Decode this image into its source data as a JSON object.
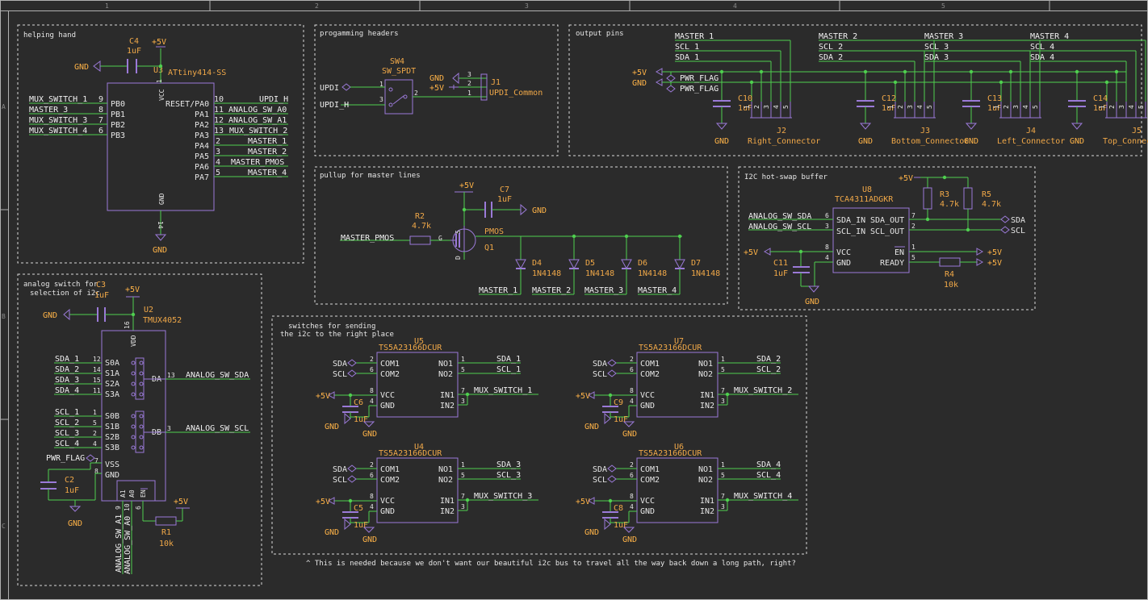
{
  "frame": {
    "cols": [
      "1",
      "2",
      "3",
      "4",
      "5"
    ],
    "rows": [
      "A",
      "B",
      "C"
    ]
  },
  "sheets": {
    "helping": "helping hand",
    "prog": "progamming headers",
    "output": "output pins",
    "pullup": "pullup for master lines",
    "i2c": "I2C hot-swap buffer",
    "analog1": "analog switch for",
    "analog2": "selection of i2c",
    "switches1": "switches for sending",
    "switches2": "the i2c to the right place"
  },
  "note": "^ This is needed because we don't want our beautiful i2c bus to travel all the way back down a long path, right?",
  "u3": {
    "ref": "U3",
    "value": "ATtiny414-SS",
    "left": [
      {
        "pin": "9",
        "name": "PB0",
        "net": "MUX_SWITCH_1"
      },
      {
        "pin": "8",
        "name": "PB1",
        "net": "MASTER_3"
      },
      {
        "pin": "7",
        "name": "PB2",
        "net": "MUX_SWITCH_3"
      },
      {
        "pin": "6",
        "name": "PB3",
        "net": "MUX_SWITCH_4"
      }
    ],
    "right": [
      {
        "pin": "10",
        "name": "RESET/PA0",
        "net": "UPDI_H"
      },
      {
        "pin": "11",
        "name": "PA1",
        "net": "ANALOG_SW_A0"
      },
      {
        "pin": "12",
        "name": "PA2",
        "net": "ANALOG_SW_A1"
      },
      {
        "pin": "13",
        "name": "PA3",
        "net": "MUX_SWITCH_2"
      },
      {
        "pin": "2",
        "name": "PA4",
        "net": "MASTER_1"
      },
      {
        "pin": "3",
        "name": "PA5",
        "net": "MASTER_2"
      },
      {
        "pin": "4",
        "name": "PA6",
        "net": "MASTER_PMOS"
      },
      {
        "pin": "5",
        "name": "PA7",
        "net": "MASTER_4"
      }
    ],
    "vcc": "VCC",
    "vcc_pin": "1",
    "gnd": "GND",
    "gnd_pin": "14"
  },
  "c4": {
    "ref": "C4",
    "value": "1uF"
  },
  "power": {
    "p5v": "+5V",
    "gnd": "GND",
    "pwr_flag": "PWR_FLAG"
  },
  "sw4": {
    "ref": "SW4",
    "value": "SW_SPDT",
    "updi": "UPDI",
    "updi_h": "UPDI_H",
    "p1": "1",
    "p2": "2",
    "p3": "3"
  },
  "j1": {
    "ref": "J1",
    "value": "UPDI_Common",
    "p1": "1",
    "p2": "2",
    "p3": "3"
  },
  "out": {
    "groups": [
      {
        "master": "MASTER_1",
        "scl": "SCL_1",
        "sda": "SDA_1",
        "cref": "C10",
        "cval": "1uF",
        "jref": "J2",
        "jval": "Right_Connector"
      },
      {
        "master": "MASTER_2",
        "scl": "SCL_2",
        "sda": "SDA_2",
        "cref": "C12",
        "cval": "1uF",
        "jref": "J3",
        "jval": "Bottom_Connector"
      },
      {
        "master": "MASTER_3",
        "scl": "SCL_3",
        "sda": "SDA_3",
        "cref": "C13",
        "cval": "1uF",
        "jref": "J4",
        "jval": "Left_Connector"
      },
      {
        "master": "MASTER_4",
        "scl": "SCL_4",
        "sda": "SDA_4",
        "cref": "C14",
        "cval": "1uF",
        "jref": "J5",
        "jval": "Top_Connector"
      }
    ],
    "pins": [
      "1",
      "2",
      "3",
      "4",
      "5"
    ]
  },
  "pullup": {
    "r2": "R2",
    "r2v": "4.7k",
    "c7": "C7",
    "c7v": "1uF",
    "q1": "Q1",
    "q1v": "PMOS",
    "g": "G",
    "s": "S",
    "d": "D",
    "net": "MASTER_PMOS",
    "diodes": [
      {
        "ref": "D4",
        "val": "1N4148",
        "net": "MASTER_1"
      },
      {
        "ref": "D5",
        "val": "1N4148",
        "net": "MASTER_2"
      },
      {
        "ref": "D6",
        "val": "1N4148",
        "net": "MASTER_3"
      },
      {
        "ref": "D7",
        "val": "1N4148",
        "net": "MASTER_4"
      }
    ]
  },
  "u8": {
    "ref": "U8",
    "value": "TCA4311ADGKR",
    "sda_in": "SDA_IN",
    "scl_in": "SCL_IN",
    "sda_out": "SDA_OUT",
    "scl_out": "SCL_OUT",
    "vcc": "VCC",
    "gnd": "GND",
    "en": "EN",
    "ready": "READY",
    "p6": "6",
    "p3": "3",
    "p7": "7",
    "p2": "2",
    "p8": "8",
    "p4": "4",
    "p1": "1",
    "p5": "5",
    "net_sda": "ANALOG_SW_SDA",
    "net_scl": "ANALOG_SW_SCL",
    "sda": "SDA",
    "scl": "SCL",
    "r3": "R3",
    "r3v": "4.7k",
    "r5": "R5",
    "r5v": "4.7k",
    "r4": "R4",
    "r4v": "10k",
    "c11": "C11",
    "c11v": "1uF"
  },
  "u2": {
    "ref": "U2",
    "value": "TMUX4052",
    "c3": "C3",
    "c3v": "1uF",
    "c2": "C2",
    "c2v": "1uF",
    "r1": "R1",
    "r1v": "10k",
    "vdd": "VDD",
    "vdd_pin": "16",
    "vss": "VSS",
    "vss_pin": "7",
    "gnd": "GND",
    "gnd_pin": "8",
    "da": "DA",
    "da_pin": "13",
    "db": "DB",
    "db_pin": "3",
    "a": [
      {
        "net": "SDA_1",
        "pin": "12",
        "name": "S0A"
      },
      {
        "net": "SDA_2",
        "pin": "14",
        "name": "S1A"
      },
      {
        "net": "SDA_3",
        "pin": "15",
        "name": "S2A"
      },
      {
        "net": "SDA_4",
        "pin": "11",
        "name": "S3A"
      }
    ],
    "b": [
      {
        "net": "SCL_1",
        "pin": "1",
        "name": "S0B"
      },
      {
        "net": "SCL_2",
        "pin": "5",
        "name": "S1B"
      },
      {
        "net": "SCL_3",
        "pin": "2",
        "name": "S2B"
      },
      {
        "net": "SCL_4",
        "pin": "4",
        "name": "S3B"
      }
    ],
    "a1": "A1",
    "a0": "A0",
    "en": "EN",
    "p9": "9",
    "p10": "10",
    "p6": "6",
    "net_a1": "ANALOG_SW_A1",
    "net_a0": "ANALOG_SW_A0",
    "net_sda": "ANALOG_SW_SDA",
    "net_scl": "ANALOG_SW_SCL"
  },
  "muxes": [
    {
      "ref": "U5",
      "value": "TS5A23166DCUR",
      "no1": "SDA_1",
      "no2": "SCL_1",
      "in": "MUX_SWITCH_1",
      "cref": "C6",
      "cval": "1uF"
    },
    {
      "ref": "U7",
      "value": "TS5A23166DCUR",
      "no1": "SDA_2",
      "no2": "SCL_2",
      "in": "MUX_SWITCH_2",
      "cref": "C9",
      "cval": "1uF"
    },
    {
      "ref": "U4",
      "value": "TS5A23166DCUR",
      "no1": "SDA_3",
      "no2": "SCL_3",
      "in": "MUX_SWITCH_3",
      "cref": "C5",
      "cval": "1uF"
    },
    {
      "ref": "U6",
      "value": "TS5A23166DCUR",
      "no1": "SDA_4",
      "no2": "SCL_4",
      "in": "MUX_SWITCH_4",
      "cref": "C8",
      "cval": "1uF"
    }
  ],
  "mux_pins": {
    "com1": "COM1",
    "com2": "COM2",
    "vcc": "VCC",
    "gnd": "GND",
    "no1": "NO1",
    "no2": "NO2",
    "in1": "IN1",
    "in2": "IN2",
    "p2": "2",
    "p6": "6",
    "p8": "8",
    "p4": "4",
    "p1": "1",
    "p5": "5",
    "p7": "7",
    "p3": "3",
    "sda": "SDA",
    "scl": "SCL"
  }
}
